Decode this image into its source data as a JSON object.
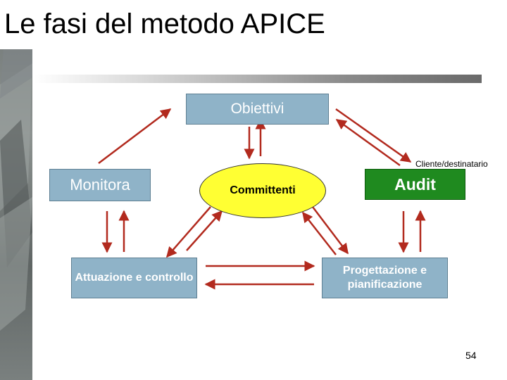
{
  "title": "Le fasi del metodo APICE",
  "nodes": {
    "obiettivi": "Obiettivi",
    "monitora": "Monitora",
    "committenti": "Committenti",
    "audit": "Audit",
    "attuazione": "Attuazione e controllo",
    "progettazione": "Progettazione e pianificazione"
  },
  "annotation": "Cliente/destinatario",
  "page_number": "54",
  "colors": {
    "box_blue": "#8fb3c8",
    "box_green": "#1f8a1f",
    "ellipse_yellow": "#ffff33",
    "arrow_red": "#b22a1e"
  }
}
